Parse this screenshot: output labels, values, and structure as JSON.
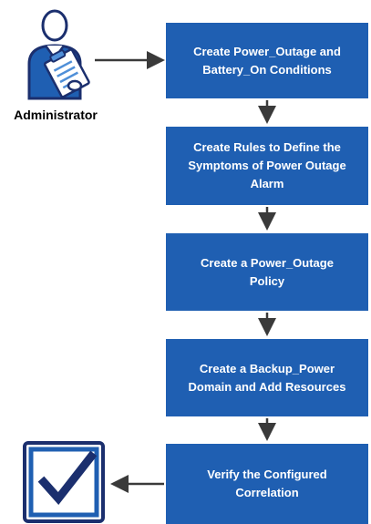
{
  "actor": {
    "label": "Administrator",
    "icon": "administrator-clipboard-icon"
  },
  "steps": [
    {
      "label": "Create Power_Outage and\nBattery_On Conditions"
    },
    {
      "label": "Create Rules to Define the\nSymptoms of Power Outage\nAlarm"
    },
    {
      "label": "Create a Power_Outage\nPolicy"
    },
    {
      "label": "Create a Backup_Power\nDomain and Add Resources"
    },
    {
      "label": "Verify the Configured\nCorrelation"
    }
  ],
  "end_icon": "verified-checkbox-icon",
  "colors": {
    "step_fill": "#1f5fb2",
    "step_text": "#ffffff",
    "connector": "#3a3a3a",
    "icon_dark": "#1b2f6e",
    "icon_light": "#4f8fd8"
  }
}
